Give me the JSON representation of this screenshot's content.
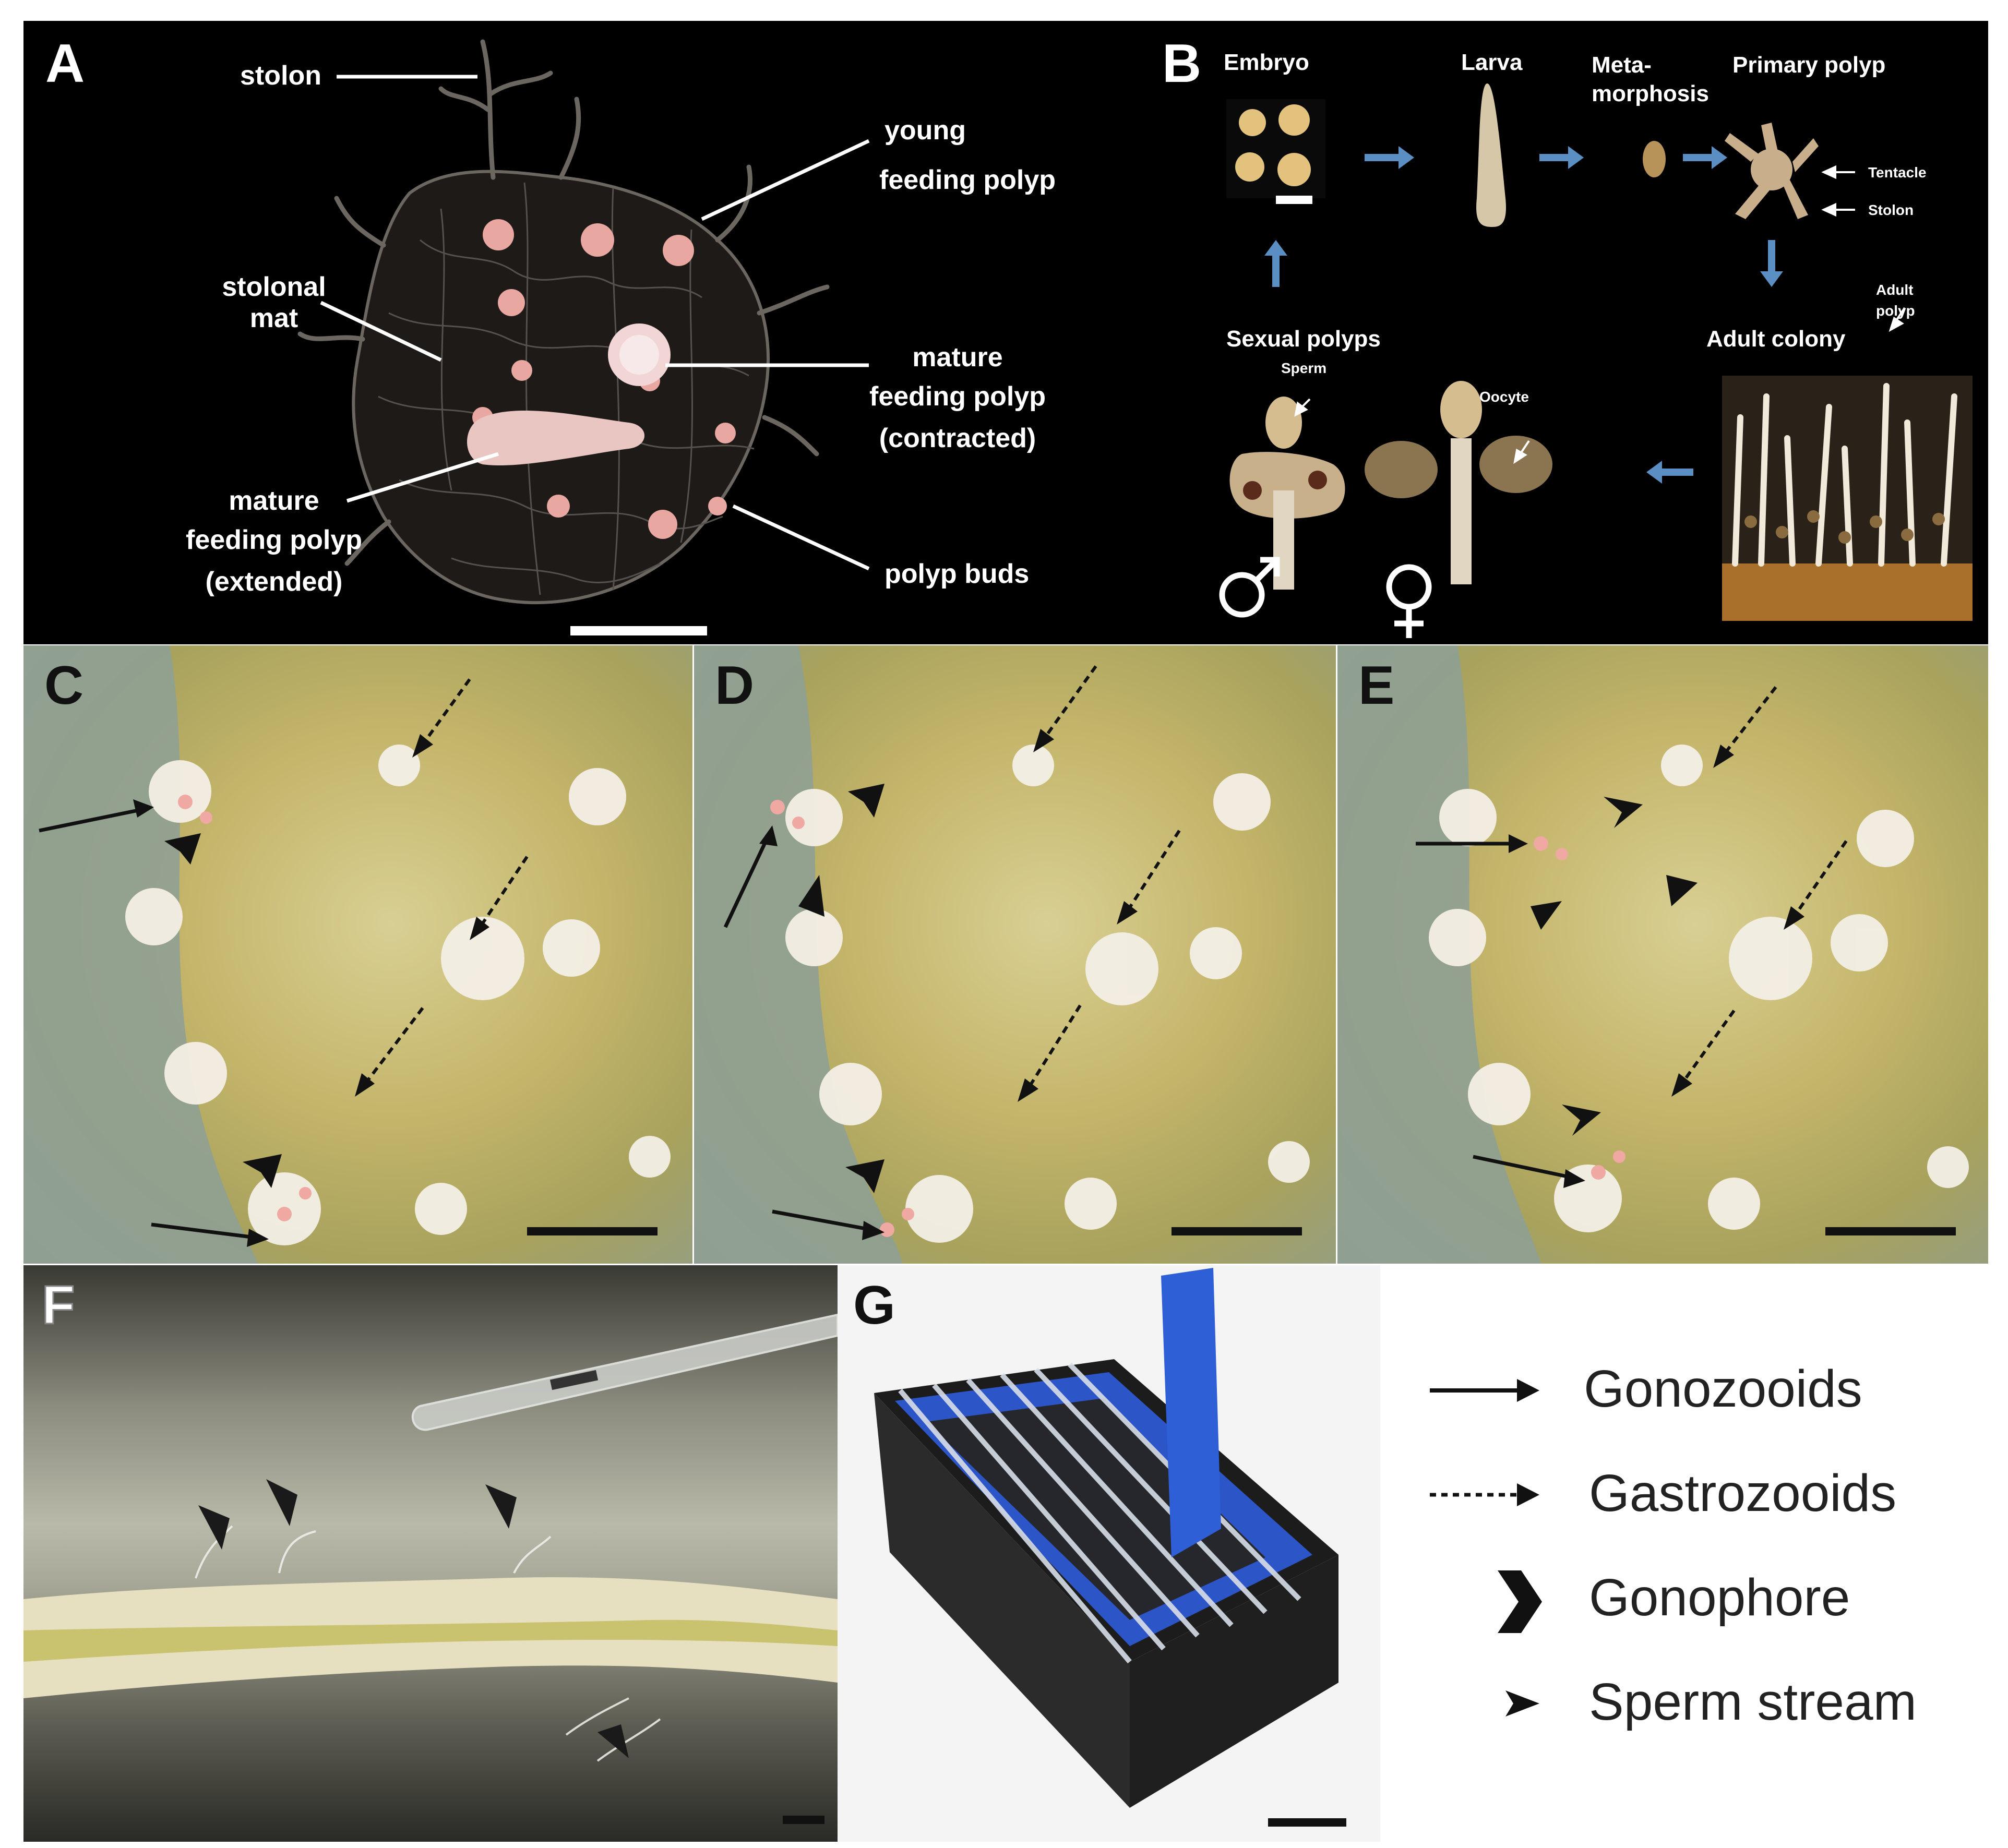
{
  "panels": {
    "a": {
      "label": "A"
    },
    "b": {
      "label": "B"
    },
    "c": {
      "label": "C"
    },
    "d": {
      "label": "D"
    },
    "e": {
      "label": "E"
    },
    "f": {
      "label": "F"
    },
    "g": {
      "label": "G"
    }
  },
  "panel_a_labels": {
    "stolon": "stolon",
    "young_1": "young",
    "young_2": "feeding polyp",
    "stolonal_1": "stolonal",
    "stolonal_2": "mat",
    "mature_contracted_1": "mature",
    "mature_contracted_2": "feeding polyp",
    "mature_contracted_3": "(contracted)",
    "mature_extended_1": "mature",
    "mature_extended_2": "feeding polyp",
    "mature_extended_3": "(extended)",
    "polyp_buds": "polyp buds"
  },
  "panel_b_labels": {
    "embryo": "Embryo",
    "larva": "Larva",
    "meta_1": "Meta-",
    "meta_2": "morphosis",
    "primary_polyp": "Primary polyp",
    "tentacle": "Tentacle",
    "stolon": "Stolon",
    "adult_colony": "Adult colony",
    "adult_polyp_1": "Adult",
    "adult_polyp_2": "polyp",
    "sexual_polyps": "Sexual polyps",
    "sperm": "Sperm",
    "oocyte": "Oocyte",
    "male_symbol": "♂",
    "female_symbol": "♀"
  },
  "legend": {
    "gonozooids": "Gonozooids",
    "gastrozooids": "Gastrozooids",
    "gonophore": "Gonophore",
    "sperm_stream": "Sperm stream"
  },
  "colors": {
    "flow_arrow": "#5b8fc4",
    "annotation_white": "#ffffff",
    "annotation_black": "#111111",
    "tank_blue": "#2c55c8"
  }
}
